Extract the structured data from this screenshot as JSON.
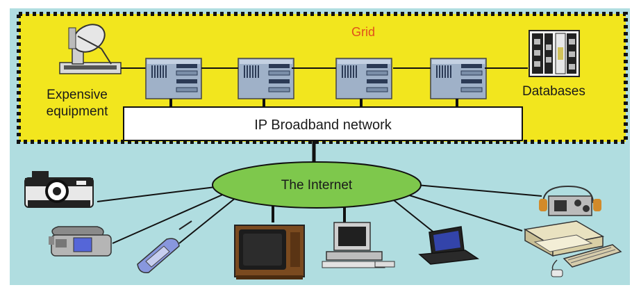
{
  "grid_label": "Grid",
  "network_label": "IP Broadband network",
  "internet_label": "The Internet",
  "equipment_label": "Expensive equipment",
  "equipment_line1": "Expensive",
  "equipment_line2": "equipment",
  "databases_label": "Databases",
  "colors": {
    "grid_background": "#f2e61e",
    "grid_border": "#111111",
    "grid_label": "#e0501c",
    "lower_background": "#b0dde0",
    "internet_fill": "#7ec84c",
    "network_box": "#ffffff"
  },
  "devices": [
    "camera-icon",
    "telephone-icon",
    "mobile-phone-icon",
    "television-icon",
    "desktop-computer-icon",
    "laptop-icon",
    "tape-recorder-icon",
    "pc-workstation-icon"
  ]
}
